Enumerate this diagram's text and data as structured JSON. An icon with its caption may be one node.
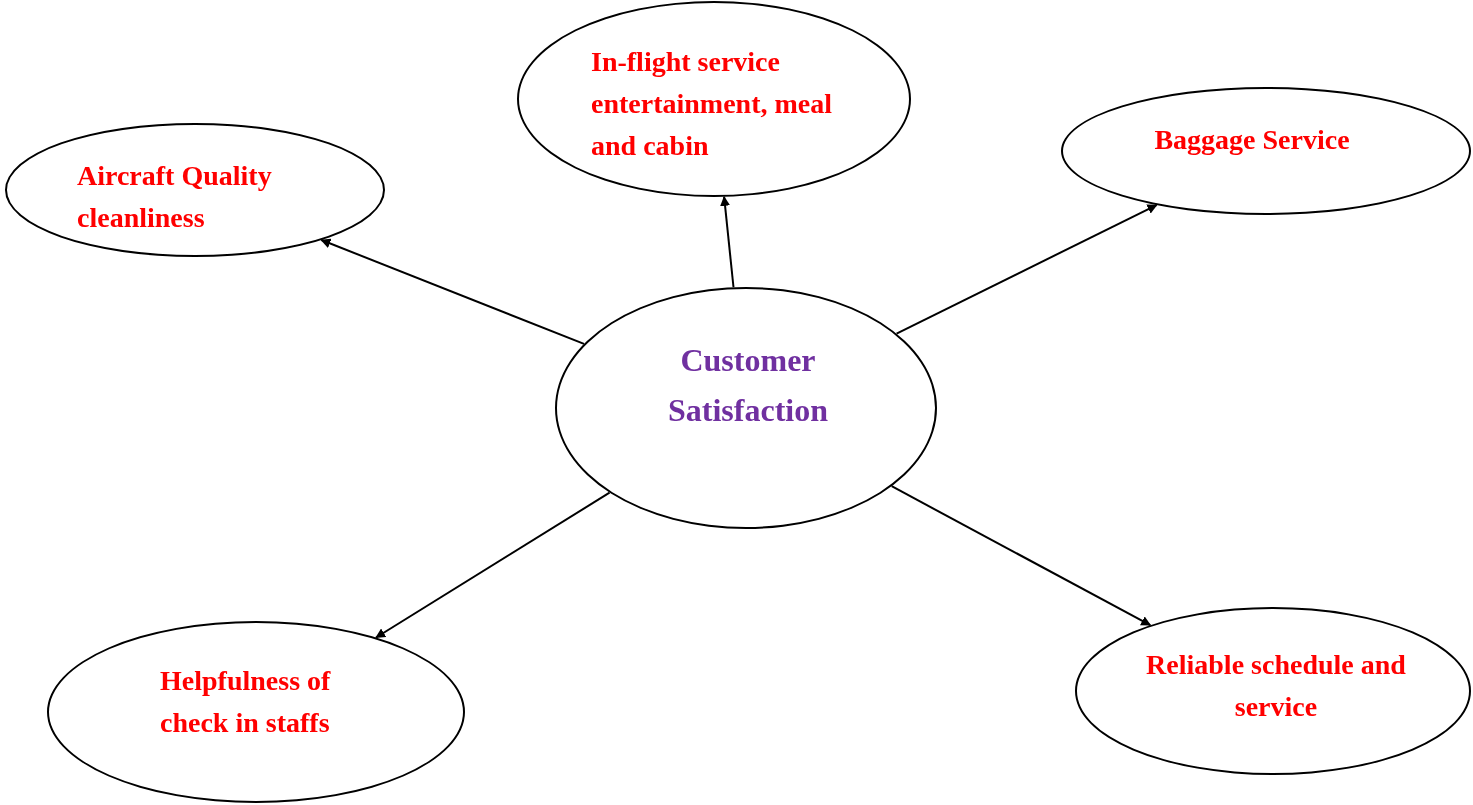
{
  "diagram": {
    "nodes": [
      {
        "text": [
          "Customer Satisfaction"
        ]
      },
      {
        "text": [
          "Aircraft Quality cleanliness"
        ]
      },
      {
        "text": [
          "In-flight service entertainment, meal and cabin"
        ]
      },
      {
        "text": [
          "Baggage Service"
        ]
      },
      {
        "text": [
          "Helpfulness of check in staffs"
        ]
      },
      {
        "text": [
          "Reliable schedule and service"
        ]
      }
    ],
    "edges": [
      {
        "from": 0,
        "to": 1,
        "arrow": "to"
      },
      {
        "from": 0,
        "to": 2,
        "arrow": "to"
      },
      {
        "from": 0,
        "to": 3,
        "arrow": "to"
      },
      {
        "from": 0,
        "to": 4,
        "arrow": "to"
      },
      {
        "from": 0,
        "to": 5,
        "arrow": "to"
      }
    ]
  }
}
